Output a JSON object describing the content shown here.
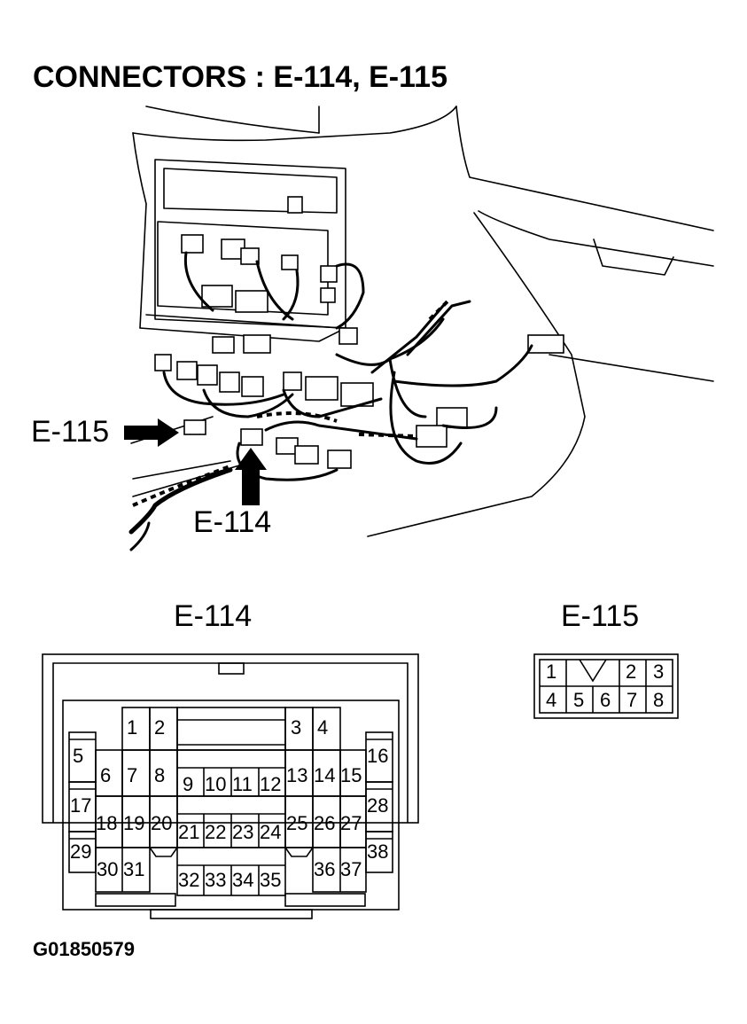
{
  "title": "CONNECTORS : E-114, E-115",
  "callouts": {
    "e115": "E-115",
    "e114": "E-114"
  },
  "connectors": {
    "e114": {
      "label": "E-114",
      "pins": [
        "1",
        "2",
        "3",
        "4",
        "5",
        "6",
        "7",
        "8",
        "9",
        "10",
        "11",
        "12",
        "13",
        "14",
        "15",
        "16",
        "17",
        "18",
        "19",
        "20",
        "21",
        "22",
        "23",
        "24",
        "25",
        "26",
        "27",
        "28",
        "29",
        "30",
        "31",
        "32",
        "33",
        "34",
        "35",
        "36",
        "37",
        "38"
      ]
    },
    "e115": {
      "label": "E-115",
      "pins": [
        "1",
        "2",
        "3",
        "4",
        "5",
        "6",
        "7",
        "8"
      ]
    }
  },
  "figure_id": "G01850579"
}
